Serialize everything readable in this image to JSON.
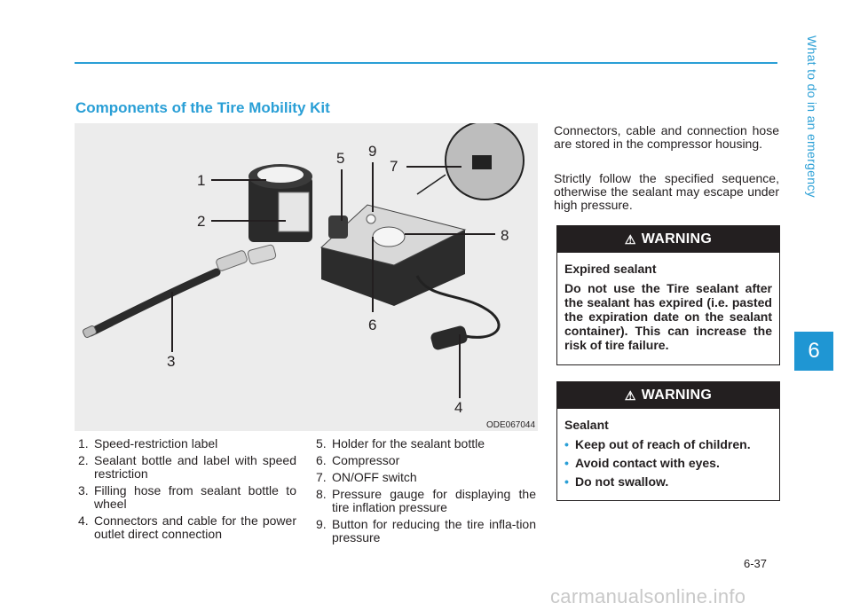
{
  "header": {
    "side_title": "What to do in an emergency",
    "chapter_number": "6",
    "accent_color": "#2a9fd6"
  },
  "section": {
    "title": "Components of the Tire Mobility Kit"
  },
  "figure": {
    "code": "ODE067044",
    "callouts": [
      "1",
      "2",
      "3",
      "4",
      "5",
      "6",
      "7",
      "8",
      "9"
    ]
  },
  "components_left": [
    {
      "num": "1.",
      "text": "Speed-restriction label"
    },
    {
      "num": "2.",
      "text": "Sealant bottle and label with speed restriction"
    },
    {
      "num": "3.",
      "text": "Filling hose from sealant bottle to wheel"
    },
    {
      "num": "4.",
      "text": "Connectors and cable for the power outlet direct connection"
    }
  ],
  "components_right": [
    {
      "num": "5.",
      "text": "Holder for the sealant bottle"
    },
    {
      "num": "6.",
      "text": "Compressor"
    },
    {
      "num": "7.",
      "text": "ON/OFF switch"
    },
    {
      "num": "8.",
      "text": "Pressure gauge for displaying the tire inflation pressure"
    },
    {
      "num": "9.",
      "text": "Button for reducing the tire infla-tion pressure"
    }
  ],
  "paragraphs": [
    "Connectors, cable and connection hose are stored in the compressor housing.",
    "Strictly follow the specified sequence, otherwise the sealant may escape under high pressure."
  ],
  "warning1": {
    "label": "WARNING",
    "title": "Expired sealant",
    "body": "Do not use the Tire sealant after the sealant has expired (i.e. pasted the expiration date on the sealant container). This can increase the risk of tire failure."
  },
  "warning2": {
    "label": "WARNING",
    "title": "Sealant",
    "bullets": [
      "Keep out of reach of children.",
      "Avoid contact with eyes.",
      "Do not swallow."
    ]
  },
  "footer": {
    "page_number": "6-37",
    "watermark": "carmanualsonline.info"
  }
}
